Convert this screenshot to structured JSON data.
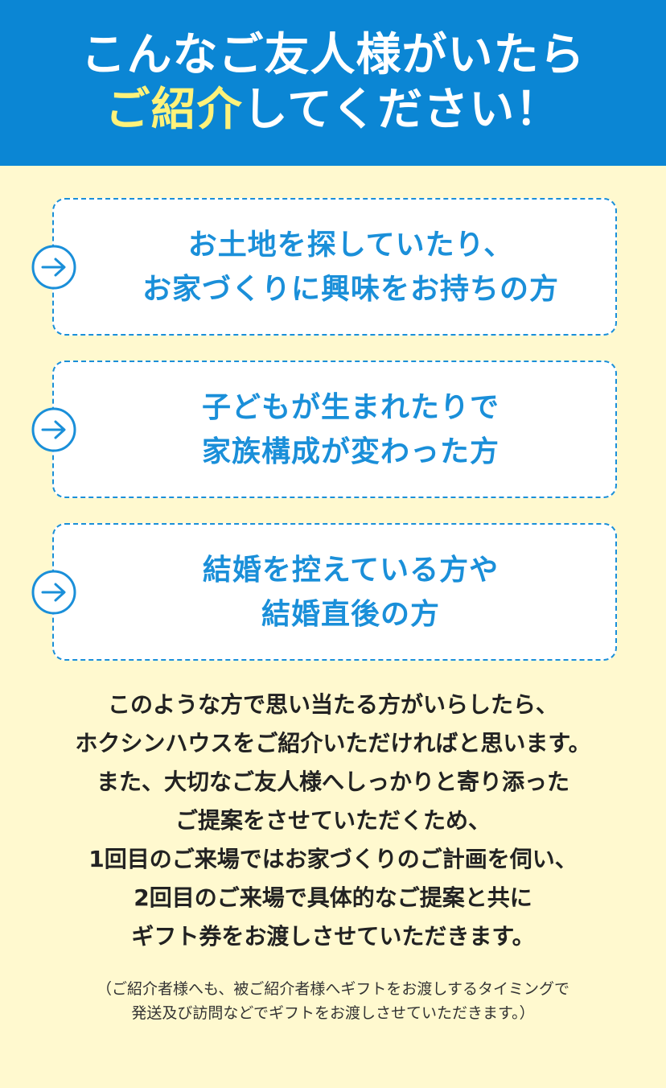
{
  "header": {
    "line1": "こんなご友人様がいたら",
    "line2_highlight": "ご紹介",
    "line2_rest": "してください！"
  },
  "cards": [
    {
      "line1": "お土地を探していたり、",
      "line2": "お家づくりに興味をお持ちの方"
    },
    {
      "line1": "子どもが生まれたりで",
      "line2": "家族構成が変わった方"
    },
    {
      "line1": "結婚を控えている方や",
      "line2": "結婚直後の方"
    }
  ],
  "body_lines": [
    "このような方で思い当たる方がいらしたら、",
    "ホクシンハウスをご紹介いただければと思います。",
    "また、大切なご友人様へしっかりと寄り添った",
    "ご提案をさせていただくため、",
    "1回目のご来場ではお家づくりのご計画を伺い、",
    "2回目のご来場で具体的なご提案と共に",
    "ギフト券をお渡しさせていただきます。"
  ],
  "note_lines": [
    "（ご紹介者様へも、被ご紹介者様へギフトをお渡しするタイミングで",
    "発送及び訪問などでギフトをお渡しさせていただきます。）"
  ],
  "colors": {
    "header_bg": "#0B86D4",
    "highlight": "#FFF27A",
    "accent_blue": "#1A8FD9",
    "page_bg": "#FFF9CF"
  },
  "icons": [
    "arrow-right-circle-icon"
  ]
}
